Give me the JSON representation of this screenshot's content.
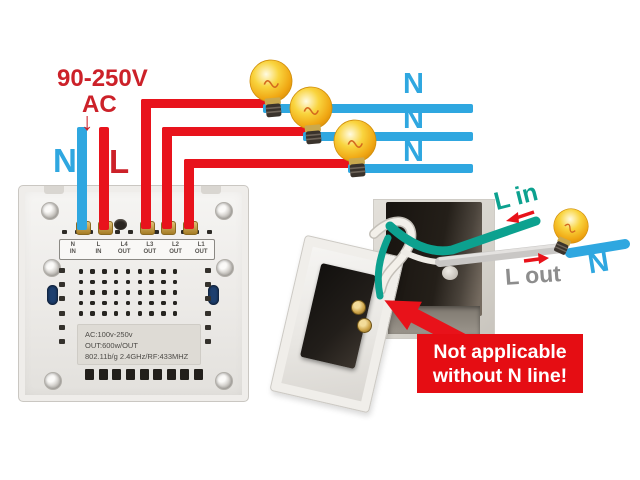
{
  "power": {
    "voltage": "90-250V",
    "current_type": "AC",
    "arrow": "↓",
    "neutral": "N",
    "live": "L"
  },
  "neutral_lines": {
    "labels": [
      "N",
      "N",
      "N"
    ]
  },
  "switch_back": {
    "terminals": [
      {
        "line1": "N",
        "line2": "IN"
      },
      {
        "line1": "L",
        "line2": "IN"
      },
      {
        "line1": "L4",
        "line2": "OUT"
      },
      {
        "line1": "L3",
        "line2": "OUT"
      },
      {
        "line1": "L2",
        "line2": "OUT"
      },
      {
        "line1": "L1",
        "line2": "OUT"
      }
    ],
    "specs": {
      "line1": "AC:100v-250v",
      "line2": "OUT:600w/OUT",
      "line3": "802.11b/g 2.4GHz/RF:433MHZ"
    }
  },
  "installation": {
    "l_in": "L in",
    "l_out": "L out",
    "neutral": "N",
    "warning": {
      "line1": "Not applicable",
      "line2": "without N line!"
    }
  },
  "colors": {
    "wire_red": "#e8131c",
    "wire_blue": "#2fa7e0",
    "label_red": "#cc2129",
    "teal": "#0ca18f",
    "gray_wire": "#c9c7c5",
    "banner_red": "#e50d13",
    "bulb_yellow": "#f6c51e"
  }
}
